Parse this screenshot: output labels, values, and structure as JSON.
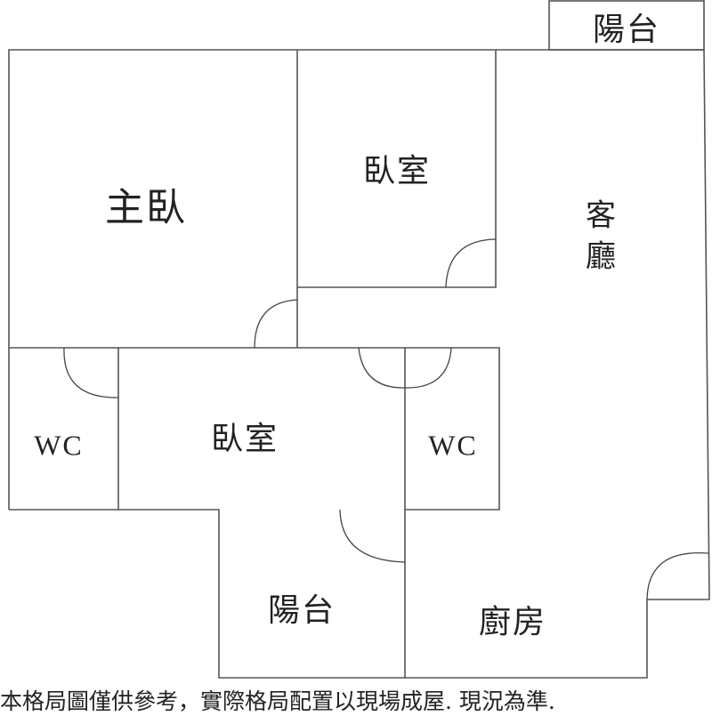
{
  "rooms": {
    "balcony_top": "陽台",
    "master_bedroom": "主臥",
    "bedroom_upper": "臥室",
    "living_room_line1": "客",
    "living_room_line2": "廳",
    "wc_left": "WC",
    "bedroom_lower": "臥室",
    "wc_right": "WC",
    "balcony_bottom": "陽台",
    "kitchen": "廚房"
  },
  "disclaimer": "本格局圖僅供參考，實際格局配置以現場成屋. 現況為準."
}
